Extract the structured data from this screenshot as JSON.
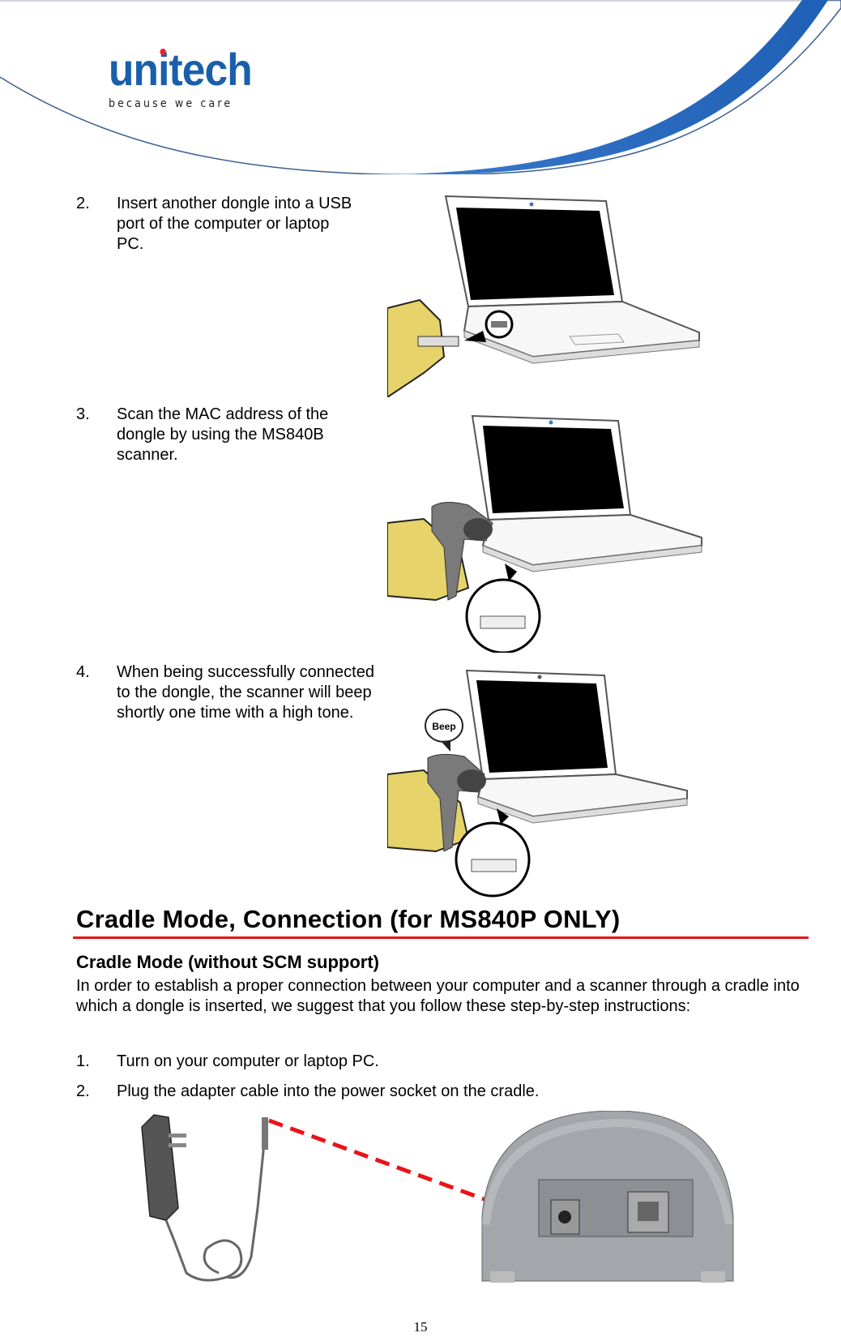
{
  "header": {
    "brand": "unitech",
    "tagline": "because we care",
    "colors": {
      "brand_blue": "#1a5fab",
      "dot_red": "#e8242c",
      "swoosh_blue": "#2a6fc4"
    }
  },
  "steps_top": [
    {
      "num": "2.",
      "text": "Insert another dongle into a USB port of the computer or laptop PC.",
      "illustration": "hand-inserting-usb-dongle-into-laptop"
    },
    {
      "num": "3.",
      "text": "Scan the MAC address of the dongle by using the MS840B scanner.",
      "illustration": "scanner-scanning-dongle-in-laptop"
    },
    {
      "num": "4.",
      "text": "When being successfully connected to the dongle, the scanner will beep shortly one time with a high tone.",
      "illustration": "scanner-beep-connected",
      "bubble": "Beep"
    }
  ],
  "section": {
    "title": "Cradle Mode, Connection (for MS840P ONLY)",
    "rule_color": "#e8141a",
    "subtitle": "Cradle Mode (without SCM support)",
    "intro": "In order to establish a proper connection between your computer and a scanner through a cradle into which a dongle is inserted, we suggest that you follow these step-by-step instructions:",
    "steps": [
      {
        "num": "1.",
        "text": "Turn on your computer or laptop PC."
      },
      {
        "num": "2.",
        "text": "Plug the adapter cable into the power socket on the cradle."
      }
    ],
    "illustration": "power-adapter-to-cradle-socket",
    "arrow_color": "#e8141a"
  },
  "footer": {
    "page_number": "15"
  }
}
